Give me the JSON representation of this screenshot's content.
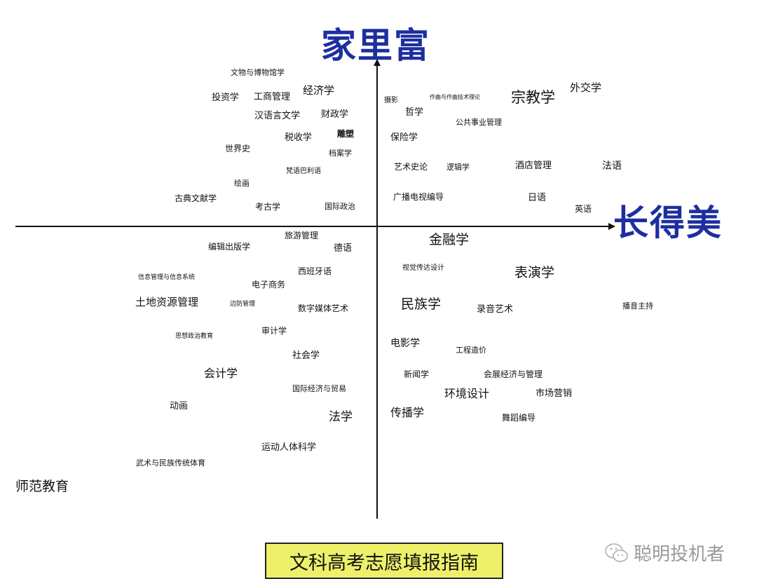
{
  "axes": {
    "y_axis_title": "家里富",
    "x_axis_title": "长得美"
  },
  "labels": [
    "文物与博物馆学",
    "投资学",
    "工商管理",
    "经济学",
    "汉语言文学",
    "财政学",
    "税收学",
    "雕塑",
    "世界史",
    "档案学",
    "梵语巴利语",
    "绘画",
    "古典文献学",
    "考古学",
    "国际政治",
    "摄影",
    "作曲与作曲技术理论",
    "宗教学",
    "外交学",
    "哲学",
    "公共事业管理",
    "保险学",
    "艺术史论",
    "逻辑学",
    "酒店管理",
    "法语",
    "广播电视编导",
    "日语",
    "英语",
    "旅游管理",
    "编辑出版学",
    "德语",
    "西班牙语",
    "信息管理与信息系统",
    "电子商务",
    "土地资源管理",
    "边防管理",
    "数字媒体艺术",
    "思想政治教育",
    "审计学",
    "社会学",
    "会计学",
    "国际经济与贸易",
    "动画",
    "法学",
    "运动人体科学",
    "武术与民族传统体育",
    "师范教育",
    "金融学",
    "视觉传达设计",
    "表演学",
    "民族学",
    "录音艺术",
    "播音主持",
    "电影学",
    "工程造价",
    "新闻学",
    "会展经济与管理",
    "环境设计",
    "市场营销",
    "传播学",
    "舞蹈编导"
  ],
  "banner": "文科高考志愿填报指南",
  "watermark": "聪明投机者",
  "colors": {
    "axis_title": "#1d2f9e",
    "banner_bg": "#eef06a"
  }
}
